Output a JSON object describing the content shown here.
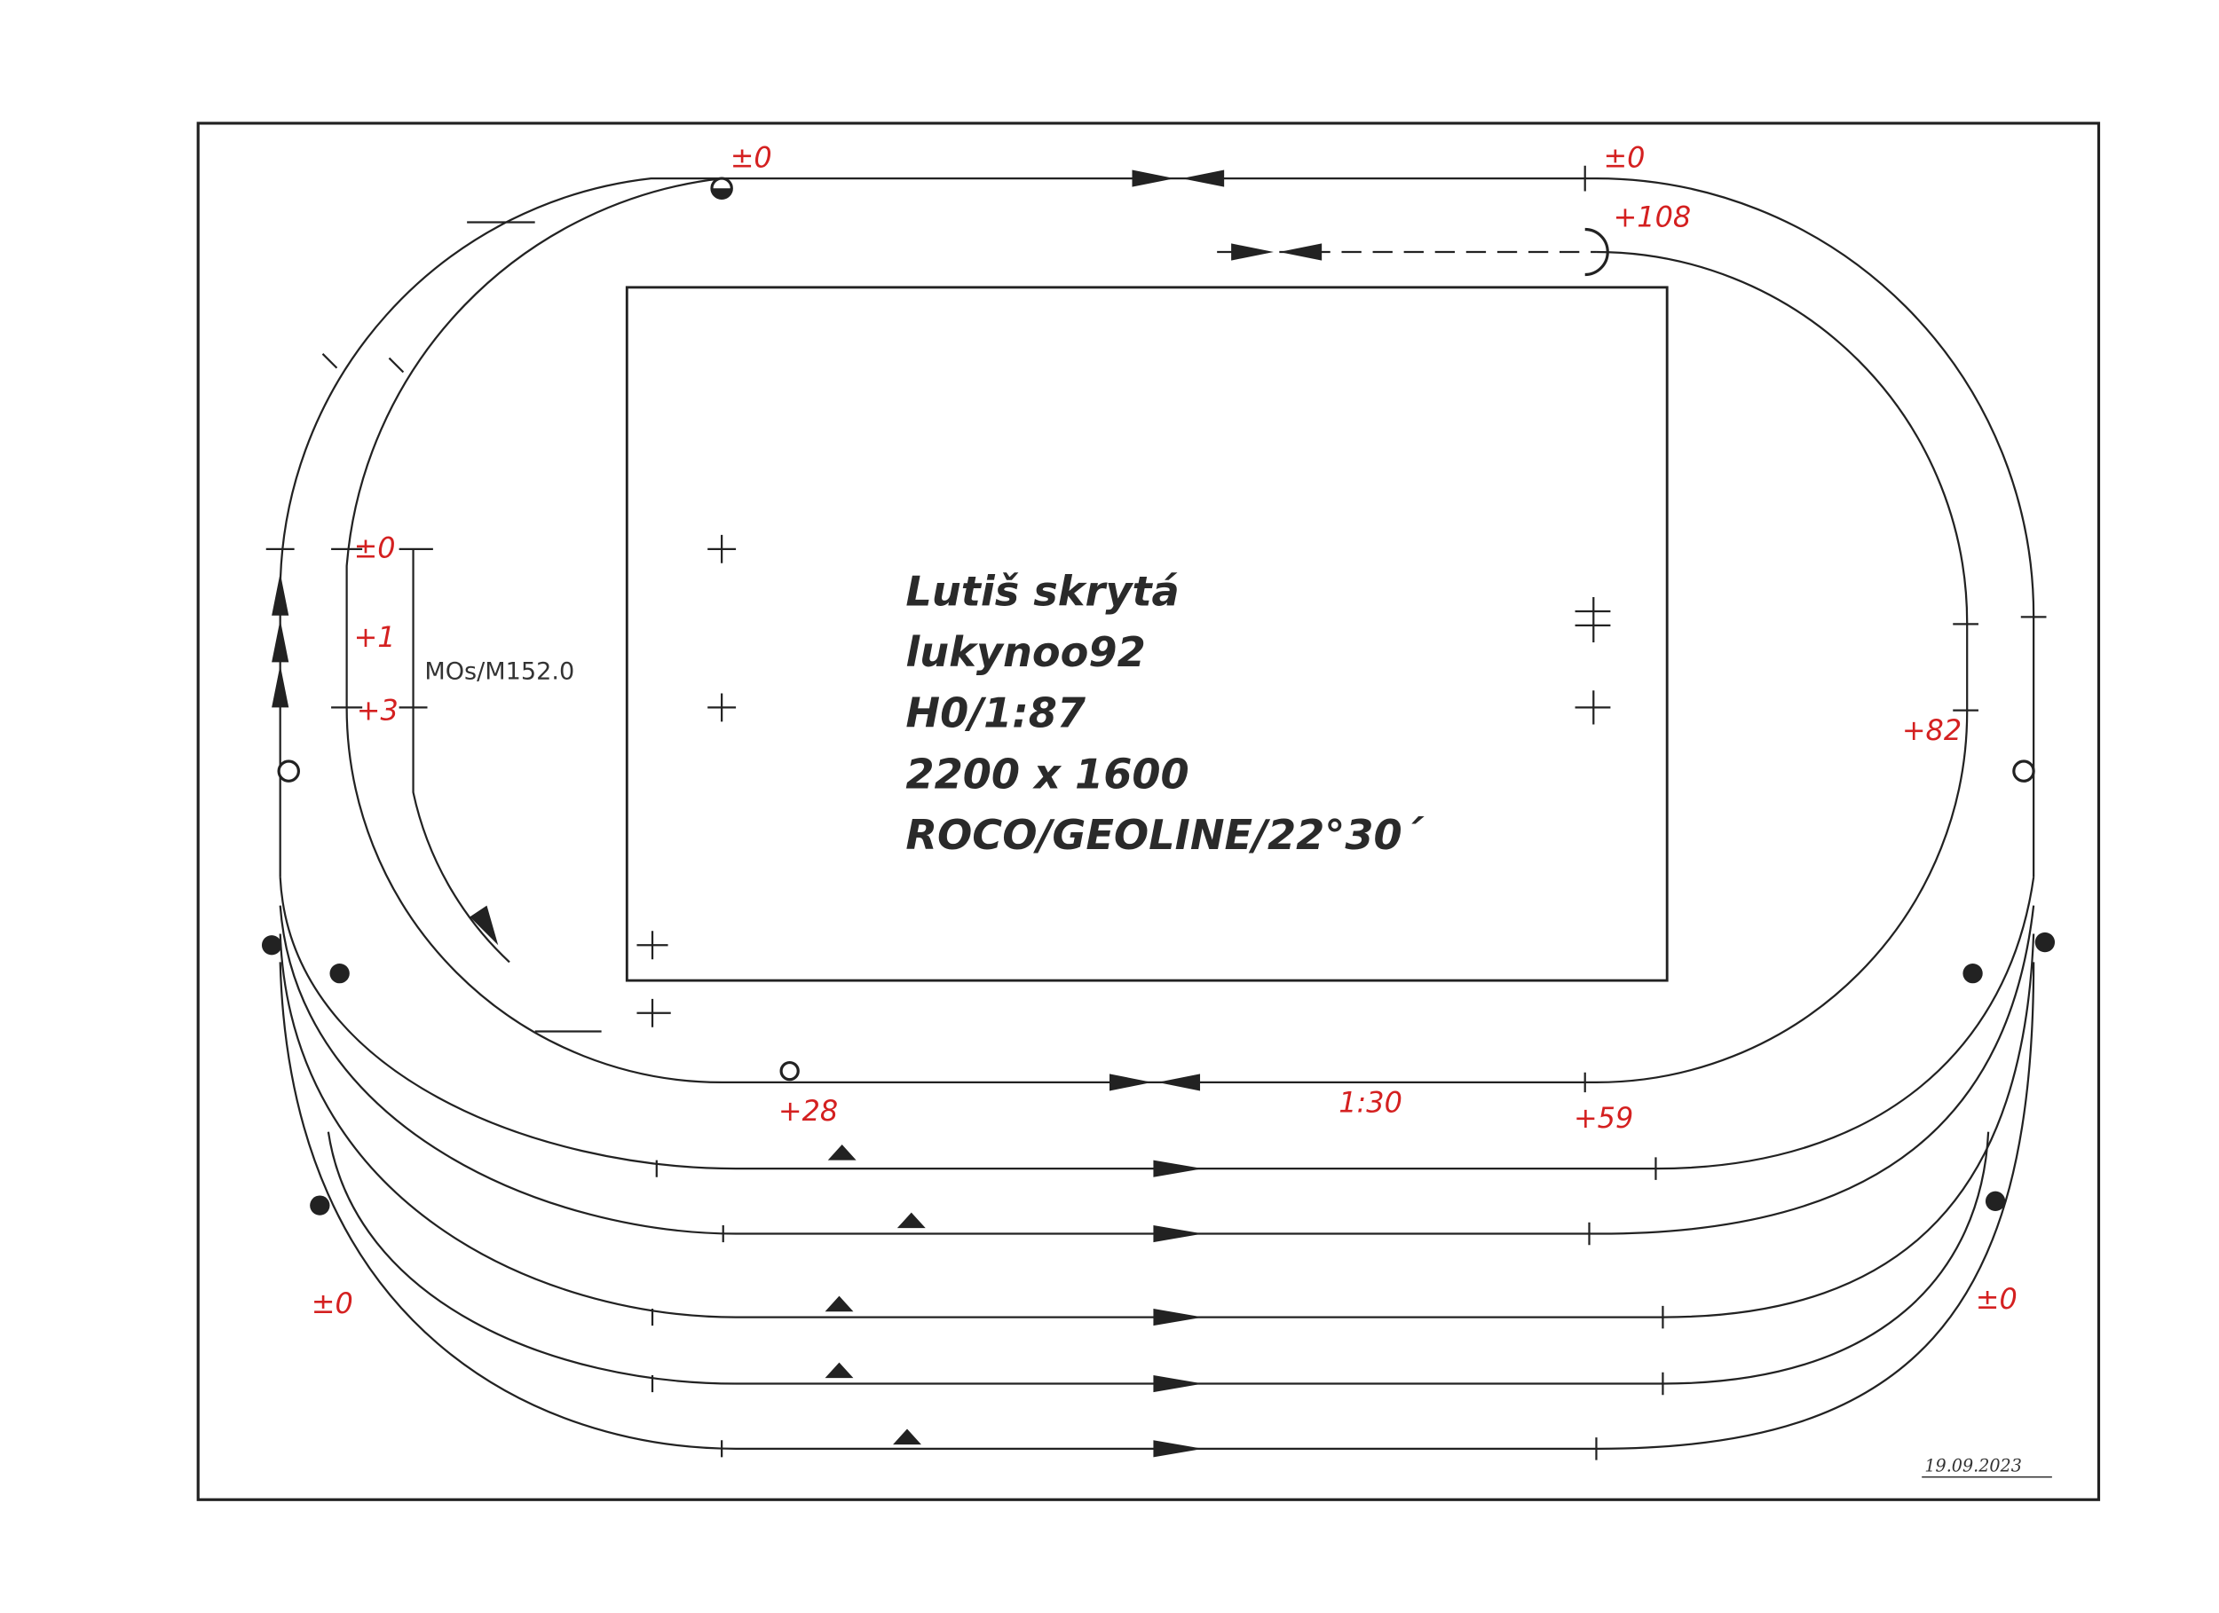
{
  "title_block": {
    "lines": [
      "Lutiš skrytá",
      "lukynoo92",
      "H0/1:87",
      "2200 x 1600",
      "ROCO/GEOLINE/22°30´"
    ]
  },
  "height_labels": {
    "top_left": "±0",
    "top_right": "±0",
    "top_right_siding": "+108",
    "left_0": "±0",
    "left_1": "+1",
    "left_3": "+3",
    "right_82": "+82",
    "bottom_28": "+28",
    "gradient": "1:30",
    "bottom_59": "+59",
    "staging_left": "±0",
    "staging_right": "±0"
  },
  "annotations": {
    "signal_label": "MOs/M152.0",
    "signature": "19.09.2023"
  },
  "colors": {
    "heights": "#d42020",
    "lines": "#222222"
  }
}
